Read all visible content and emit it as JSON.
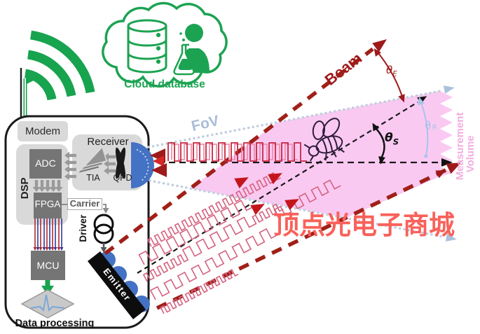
{
  "cloud": {
    "label": "Cloud database"
  },
  "device": {
    "modem": "Modem",
    "receiver": "Receiver",
    "tia": "TIA",
    "qpd": "QPD",
    "dsp": "DSP",
    "adc": "ADC",
    "fpga": "FPGA",
    "carrier": "Carrier",
    "driver": "Driver",
    "mcu": "MCU",
    "emitter": "Emitter",
    "data_processing": "Data processing"
  },
  "beam_diagram": {
    "fov": "FoV",
    "beam": "Beam",
    "measurement_line1": "Measurement",
    "measurement_line2": "Volume",
    "theta_e": {
      "symbol": "θ",
      "sub": "E"
    },
    "theta_s": {
      "symbol": "θ",
      "sub": "S"
    },
    "theta_r": {
      "symbol": "θ",
      "sub": "R"
    }
  },
  "watermark": {
    "text": "顶点光电子商城"
  },
  "colors": {
    "green": "#18a34f",
    "beam_dark_red": "#9e1a1a",
    "signal_red": "#c3161c",
    "wave_pink": "#d4627f",
    "volume_pink": "#fac9f2",
    "fov_blue": "#a8bdd8",
    "theta_r_blue": "#a9c4e8",
    "panel_gray": "#d9d9d9",
    "chip_gray": "#757575",
    "lens_blue": "#4472c4"
  }
}
